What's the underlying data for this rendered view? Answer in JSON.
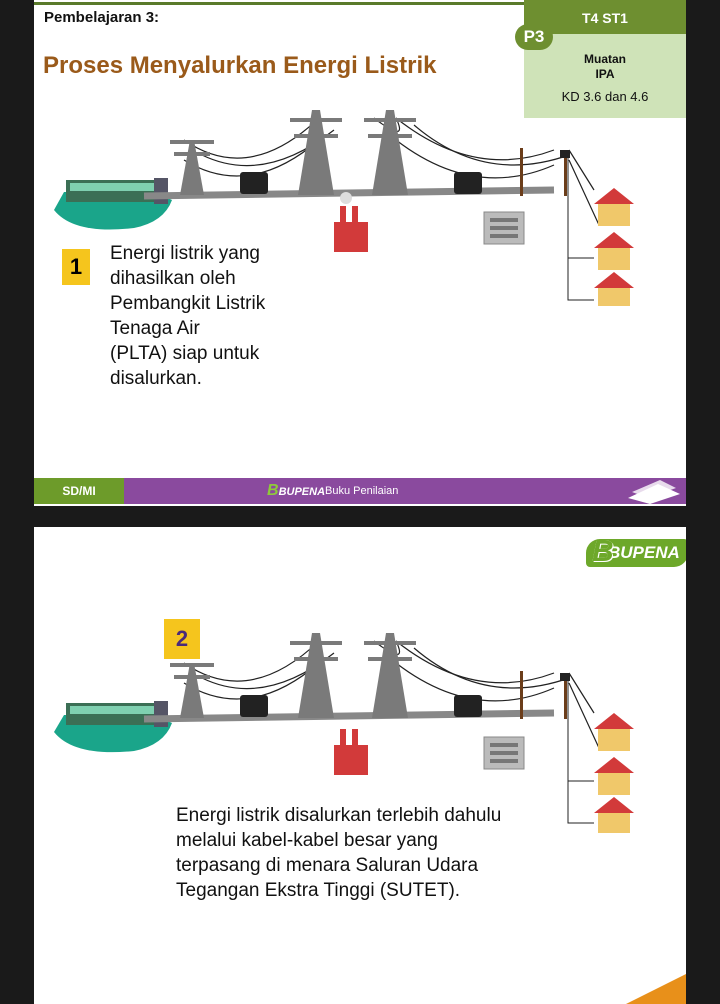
{
  "slide1": {
    "header_title": "Pembelajaran 3:",
    "title": "Proses Menyalurkan Energi Listrik",
    "badge": "P3",
    "tag": {
      "code": "T4  ST1",
      "muatan": "Muatan",
      "subject": "IPA",
      "kd": "KD 3.6 dan 4.6"
    },
    "step_number": "1",
    "description_lines": [
      "Energi listrik yang",
      "dihasilkan oleh",
      "Pembangkit Listrik",
      "Tenaga Air",
      "(PLTA) siap untuk",
      "disalurkan."
    ],
    "footer": {
      "level": "SD/MI",
      "logo": "BUPENA",
      "book": "Buku Penilaian"
    }
  },
  "slide2": {
    "logo": "BUPENA",
    "step_number": "2",
    "description_lines": [
      "Energi listrik disalurkan terlebih dahulu",
      "melalui kabel-kabel besar yang",
      "terpasang di menara Saluran Udara",
      "Tegangan Ekstra Tinggi (SUTET)."
    ]
  },
  "colors": {
    "accent_green": "#6e8f30",
    "title_brown": "#9a5a1a",
    "footer_purple": "#8a4a9e",
    "number_yellow": "#f5c51d",
    "corner_orange": "#e8901a"
  }
}
